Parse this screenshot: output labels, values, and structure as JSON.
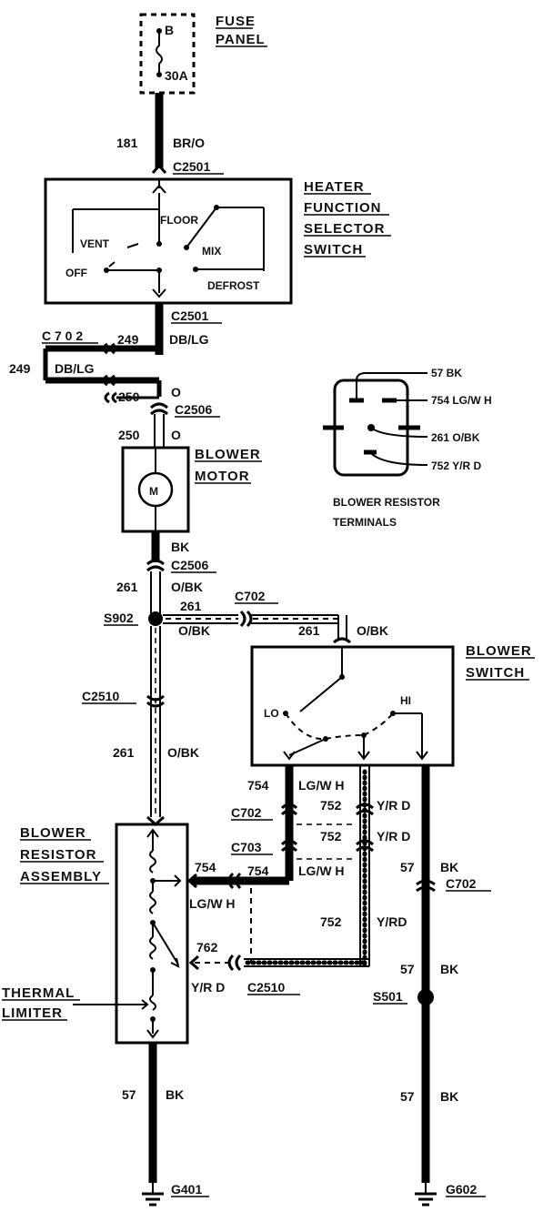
{
  "fuse": {
    "top": "B",
    "amp": "30A",
    "label1": "FUSE",
    "label2": "PANEL"
  },
  "wire181": {
    "num": "181",
    "color": "BR/O",
    "conn": "C2501"
  },
  "selector": {
    "title1": "HEATER",
    "title2": "FUNCTION",
    "title3": "SELECTOR",
    "title4": "SWITCH",
    "floor": "FLOOR",
    "vent": "VENT",
    "mix": "MIX",
    "off": "OFF",
    "defrost": "DEFROST"
  },
  "wire249": {
    "conn_below": "C2501",
    "num": "249",
    "color": "DB/LG",
    "c702": "C 7 0 2",
    "num_left": "249",
    "color_left": "DB/LG"
  },
  "wire250": {
    "num": "250",
    "color": "O",
    "conn": "C2506",
    "num2": "250",
    "color2": "O"
  },
  "motor": {
    "label1": "BLOWER",
    "label2": "MOTOR",
    "symbol": "M"
  },
  "motor_out": {
    "color": "BK",
    "conn": "C2506",
    "num": "261",
    "color2": "O/BK"
  },
  "splice": {
    "name": "S902",
    "num": "261",
    "color": "O/BK",
    "conn": "C702",
    "num2": "261",
    "color2": "O/BK"
  },
  "resistor_terms": {
    "t1": "57 BK",
    "t2": "754 LG/W H",
    "t3": "261 O/BK",
    "t4": "752 Y/R D",
    "caption1": "BLOWER RESISTOR",
    "caption2": "TERMINALS"
  },
  "blower_switch": {
    "label1": "BLOWER",
    "label2": "SWITCH",
    "lo": "LO",
    "hi": "HI"
  },
  "wire261_lower": {
    "conn": "C2510",
    "num": "261",
    "color": "O/BK"
  },
  "right_wires": {
    "n754": "754",
    "c754": "LG/W H",
    "n752": "752",
    "c752": "Y/R D",
    "c702": "C702",
    "c703": "C703",
    "n752b": "752",
    "c752b": "Y/R D",
    "n754b": "754",
    "c754b": "LG/W H",
    "n752c": "752",
    "c752c": "Y/RD"
  },
  "resistor_assy": {
    "label1": "BLOWER",
    "label2": "RESISTOR",
    "label3": "ASSEMBLY",
    "thermal1": "THERMAL",
    "thermal2": "LIMITER"
  },
  "res_inputs": {
    "n754": "754",
    "c754": "LG/W H",
    "n762": "762",
    "c762": "Y/R D",
    "conn": "C2510"
  },
  "wire57_right": {
    "n1": "57",
    "c1": "BK",
    "conn": "C702",
    "n2": "57",
    "c2": "BK",
    "splice": "S501",
    "n3": "57",
    "c3": "BK",
    "ground": "G602"
  },
  "wire57_left": {
    "num": "57",
    "color": "BK",
    "ground": "G401"
  }
}
